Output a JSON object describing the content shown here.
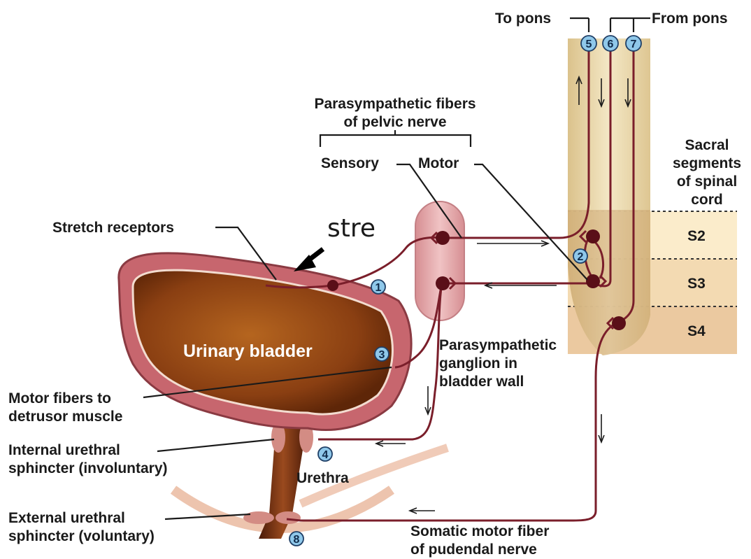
{
  "labels": {
    "to_pons": "To pons",
    "from_pons": "From pons",
    "parasympathetic_title_1": "Parasympathetic fibers",
    "parasympathetic_title_2": "of pelvic nerve",
    "sensory": "Sensory",
    "motor": "Motor",
    "sacral_1": "Sacral",
    "sacral_2": "segments",
    "sacral_3": "of spinal",
    "sacral_4": "cord",
    "stretch_receptors": "Stretch receptors",
    "annotation_stre": "stre",
    "urinary_bladder": "Urinary bladder",
    "ganglion_1": "Parasympathetic",
    "ganglion_2": "ganglion in",
    "ganglion_3": "bladder wall",
    "motor_fibers_1": "Motor fibers to",
    "motor_fibers_2": "detrusor muscle",
    "internal_1": "Internal urethral",
    "internal_2": "sphincter (involuntary)",
    "urethra": "Urethra",
    "external_1": "External urethral",
    "external_2": "sphincter (voluntary)",
    "somatic_1": "Somatic motor fiber",
    "somatic_2": "of pudendal nerve"
  },
  "segments": [
    "S2",
    "S3",
    "S4"
  ],
  "steps": [
    "1",
    "2",
    "3",
    "4",
    "5",
    "6",
    "7",
    "8"
  ],
  "colors": {
    "nerve": "#7a1e2a",
    "bladder_fill": "#8a3f12",
    "bladder_wall": "#c7666e",
    "spinal_cord": "#ead8aa",
    "ganglion": "#e7aeb0",
    "step_marker": "#8fc8ea"
  },
  "icons": [
    "step-marker-icon",
    "annotation-arrow-icon",
    "flow-arrow-icon",
    "neuron-cell-icon"
  ]
}
